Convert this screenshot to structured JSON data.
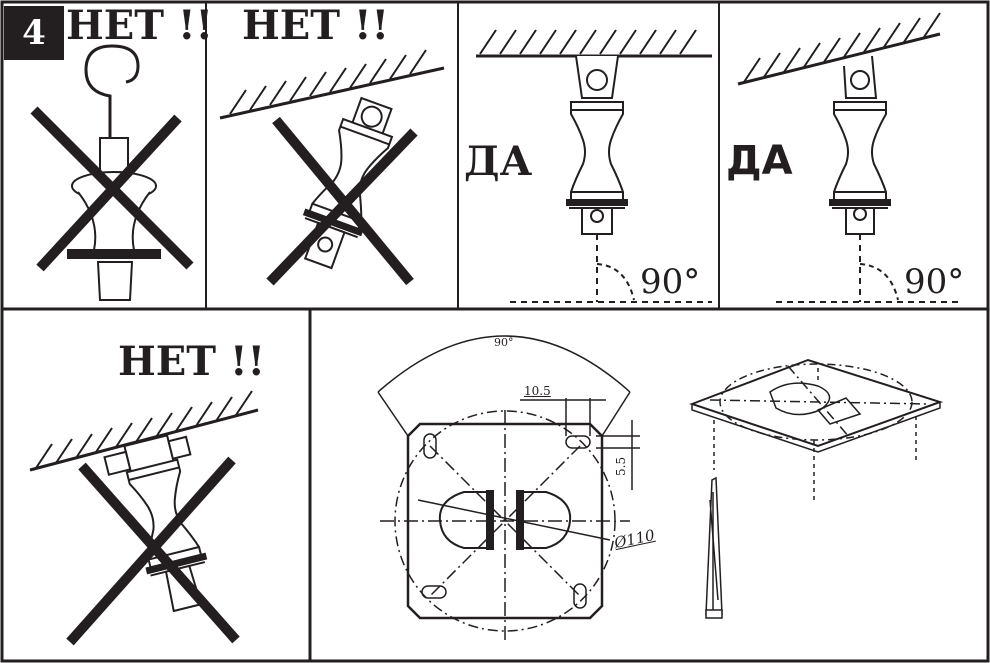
{
  "step_number": "4",
  "panels": {
    "hook": {
      "verdict": "НЕТ !!"
    },
    "tilted_ceiling_bad": {
      "verdict": "НЕТ !!"
    },
    "flat_ceiling_ok": {
      "verdict": "ДА",
      "angle": "90°"
    },
    "tilted_ceiling_ok": {
      "verdict": "ДА",
      "angle": "90°"
    },
    "side_bolt_bad": {
      "verdict": "НЕТ !!"
    }
  },
  "drawing": {
    "angle_label": "90°",
    "dim_width": "10.5",
    "dim_height": "5.5",
    "dim_diameter": "Ø110"
  }
}
